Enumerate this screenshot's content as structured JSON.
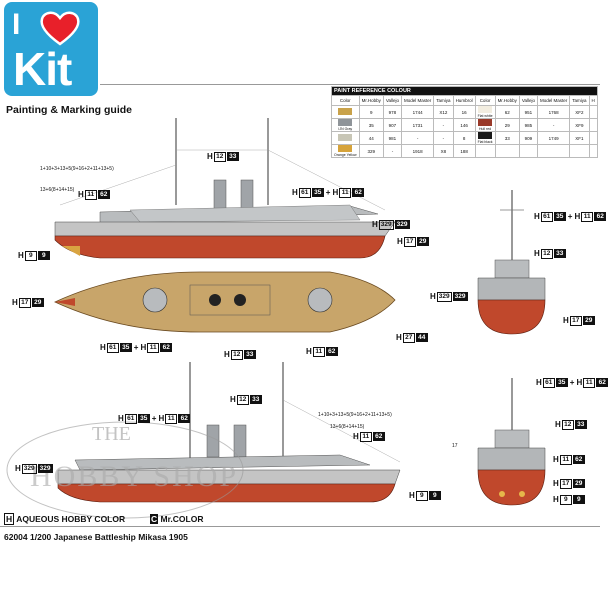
{
  "brand": {
    "logo_text_top": "I",
    "logo_text_bottom": "Kit",
    "heart_color": "#e8202a",
    "logo_bg": "#2aa3d6"
  },
  "guide_title": "Painting & Marking guide",
  "paint_table": {
    "title": "PAINT REFERENCE COLOUR",
    "headers": [
      "Color",
      "Mr.Hobby",
      "Vallejo",
      "Model Master",
      "Tamiya",
      "Humbrol",
      "Color",
      "Mr.Hobby",
      "Vallejo",
      "Model Master",
      "Tamiya",
      "H"
    ],
    "rows_left": [
      {
        "color": "#c9a24a",
        "name": "",
        "hobby_box": "9",
        "hobby": "9",
        "vallejo": "978",
        "mm": "1744",
        "tamiya": "X12",
        "humbrol": "16"
      },
      {
        "color": "#8f9499",
        "name": "IJN Gray",
        "hobby_box": "61",
        "hobby": "35",
        "vallejo": "907",
        "mm": "1731",
        "tamiya": "-",
        "humbrol": "146"
      },
      {
        "color": "#c8c6b6",
        "name": "",
        "hobby_box": "27",
        "hobby": "44",
        "vallejo": "981",
        "mm": "-",
        "tamiya": "-",
        "humbrol": "8"
      },
      {
        "color": "#d6a33a",
        "name": "Orange Yellow",
        "hobby_box": "329",
        "hobby": "329",
        "vallejo": "-",
        "mm": "1918",
        "tamiya": "X8",
        "humbrol": "188"
      }
    ],
    "rows_right": [
      {
        "color": "#f2ede0",
        "name": "Flat white",
        "hobby_box": "11",
        "hobby": "62",
        "vallejo": "951",
        "mm": "1768",
        "tamiya": "XF2",
        "humbrol": ""
      },
      {
        "color": "#9a3a2a",
        "name": "Hull red",
        "hobby_box": "17",
        "hobby": "29",
        "vallejo": "985",
        "mm": "-",
        "tamiya": "XF9",
        "humbrol": ""
      },
      {
        "color": "#1a1a1a",
        "name": "Flat black",
        "hobby_box": "12",
        "hobby": "33",
        "vallejo": "909",
        "mm": "1749",
        "tamiya": "XF1",
        "humbrol": ""
      }
    ]
  },
  "codes": {
    "mast_top": {
      "h": "12",
      "b": "33"
    },
    "side_top_left": {
      "h": "11",
      "b": "62"
    },
    "side_top_gray": {
      "h1": "61",
      "b1": "35",
      "h2": "11",
      "b2": "62"
    },
    "side_top_yellow": {
      "h": "329",
      "b": "329"
    },
    "side_top_red": {
      "h": "17",
      "b": "29"
    },
    "side_top_black": {
      "h": "9",
      "b": "9"
    },
    "deck_red": {
      "h": "17",
      "b": "29"
    },
    "deck_gray": {
      "h1": "61",
      "b1": "35",
      "h2": "11",
      "b2": "62"
    },
    "deck_black": {
      "h": "12",
      "b": "33"
    },
    "deck_white": {
      "h": "11",
      "b": "62"
    },
    "deck_tan": {
      "h": "27",
      "b": "44"
    },
    "front_gray": {
      "h1": "61",
      "b1": "35",
      "h2": "11",
      "b2": "62"
    },
    "front_black": {
      "h": "12",
      "b": "33"
    },
    "front_yellow": {
      "h": "329",
      "b": "329"
    },
    "front_red": {
      "h": "17",
      "b": "29"
    },
    "side2_gray": {
      "h1": "61",
      "b1": "35",
      "h2": "11",
      "b2": "62"
    },
    "side2_black": {
      "h": "12",
      "b": "33"
    },
    "side2_white": {
      "h": "11",
      "b": "62"
    },
    "side2_yellow": {
      "h": "329",
      "b": "329"
    },
    "side2_black2": {
      "h": "9",
      "b": "9"
    },
    "rear_gray": {
      "h1": "61",
      "b1": "35",
      "h2": "11",
      "b2": "62"
    },
    "rear_black": {
      "h": "12",
      "b": "33"
    },
    "rear_white": {
      "h": "11",
      "b": "62"
    },
    "rear_red": {
      "h": "17",
      "b": "29"
    },
    "rear_black2": {
      "h": "9",
      "b": "9"
    }
  },
  "notes": {
    "flags_top": "1+10+3+13+5(9+16+2+11+13+5)",
    "flags_small": "13+6(8+14+15)",
    "flags_bottom": "1+10+3+13+5(9+16+2+11+13+5)",
    "flags_bottom_small": "13+6(8+14+15)",
    "rear_label": "17"
  },
  "legend": {
    "aqueous_mark": "H",
    "aqueous": "AQUEOUS HOBBY COLOR",
    "mr_mark": "C",
    "mr": "Mr.COLOR"
  },
  "footer": "62004 1/200 Japanese Battleship Mikasa 1905",
  "watermark": {
    "top": "THE",
    "middle": "HOBBY SHOP",
    "bottom": "HOBBY"
  }
}
